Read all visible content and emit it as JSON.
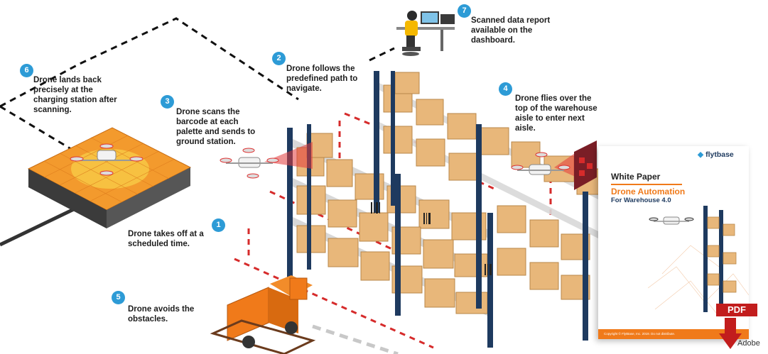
{
  "steps": [
    {
      "number": "1",
      "text": "Drone takes off at a\nscheduled time."
    },
    {
      "number": "2",
      "text": "Drone follows the\npredefined path to\nnavigate."
    },
    {
      "number": "3",
      "text": "Drone scans the\nbarcode at each\npalette and sends to\nground station."
    },
    {
      "number": "4",
      "text": "Drone flies over the\ntop of the warehouse\naisle to enter next\naisle."
    },
    {
      "number": "5",
      "text": "Drone avoids the\nobstacles."
    },
    {
      "number": "6",
      "text": "Drone lands back\nprecisely at the\ncharging station after\nscanning."
    },
    {
      "number": "7",
      "text": "Scanned data report\navailable on the\ndashboard."
    }
  ],
  "whitepaper": {
    "brand": "flytbase",
    "title": "White Paper",
    "subtitle": "Drone Automation",
    "subtitle2": "For Warehouse 4.0",
    "footer": "Copyright © FlytBase, Inc. 2019. Do not distribute."
  },
  "pdf": {
    "label": "PDF",
    "vendor": "Adobe"
  },
  "colors": {
    "badge": "#2d9bd6",
    "rack": "#1e3a5f",
    "box": "#e8b77a",
    "accent": "#f07a1a",
    "path": "#d62b2b",
    "pad": "#f39a2d"
  }
}
